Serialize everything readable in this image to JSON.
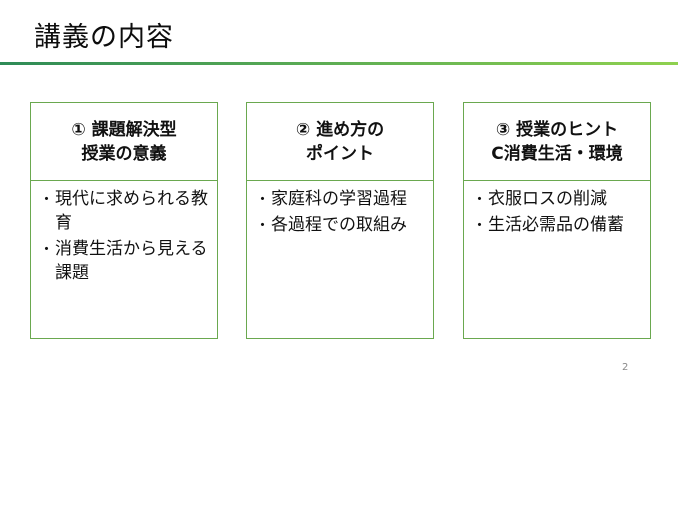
{
  "slide": {
    "title": "講義の内容",
    "page_number": "2"
  },
  "colors": {
    "accent_green": "#6aa84f",
    "rule_gradient_start": "#2e8b57",
    "rule_gradient_end": "#8fd14f"
  },
  "cards": [
    {
      "header_line1": "① 課題解決型",
      "header_line2": "授業の意義",
      "items": [
        "現代に求められる教育",
        "消費生活から見える課題"
      ]
    },
    {
      "header_line1": "② 進め方の",
      "header_line2": "ポイント",
      "items": [
        "家庭科の学習過程",
        "各過程での取組み"
      ]
    },
    {
      "header_line1": "③ 授業のヒント",
      "header_line2": "C消費生活・環境",
      "items": [
        "衣服ロスの削減",
        "生活必需品の備蓄"
      ]
    }
  ]
}
